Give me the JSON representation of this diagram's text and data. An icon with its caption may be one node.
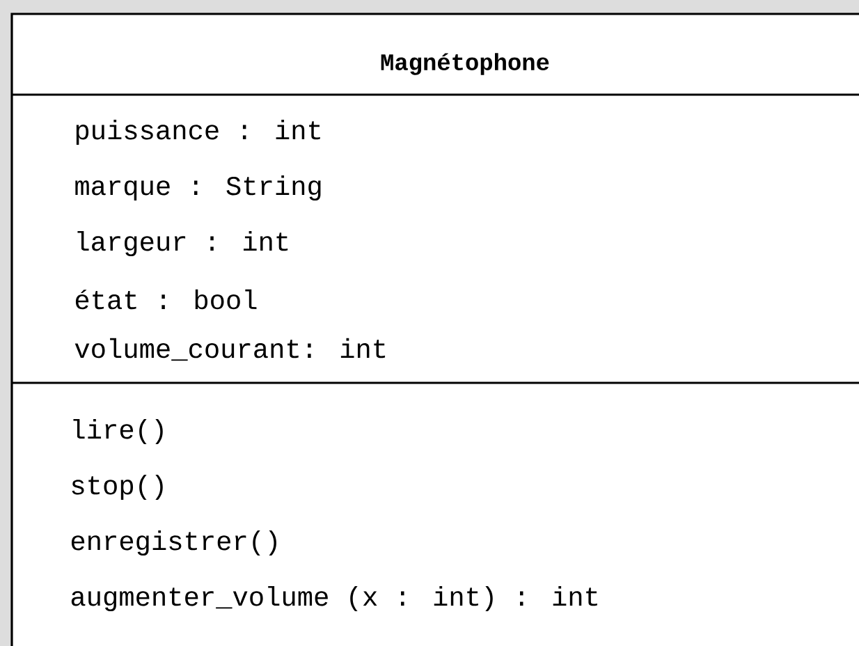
{
  "diagram": {
    "nodes": [
      {
        "text": [
          "Magnétophone",
          "puissance : int",
          "marque : String",
          "largeur : int",
          "état : bool",
          "volume_courant: int",
          "lire()",
          "stop()",
          "enregistrer()",
          "augmenter_volume (x : int) : int"
        ]
      }
    ]
  }
}
